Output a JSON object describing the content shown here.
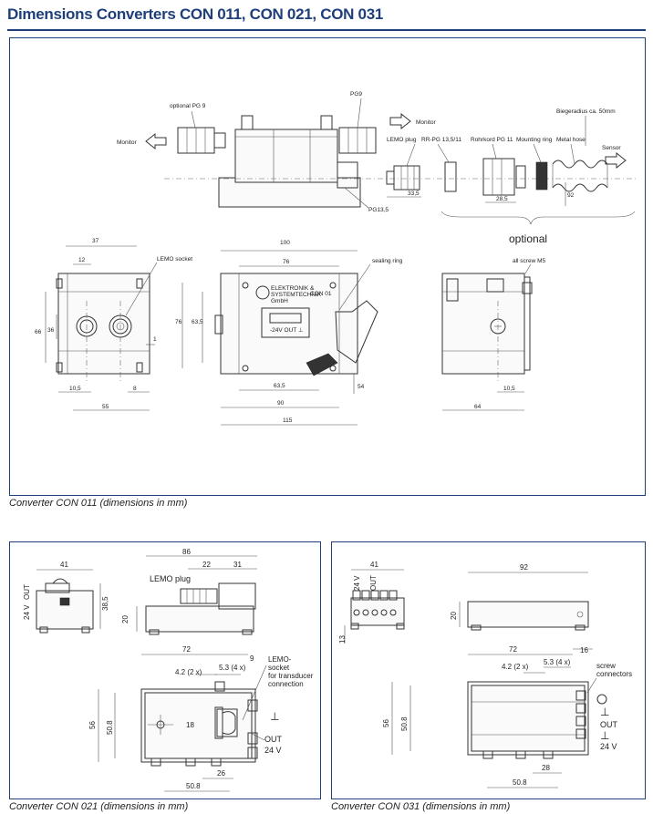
{
  "page_title": "Dimensions Converters CON 011, CON 021, CON 031",
  "colors": {
    "accent": "#1f3f7a",
    "line": "#333333"
  },
  "con011": {
    "caption": "Converter CON 011 (dimensions in mm)",
    "top": {
      "monitor_left": "Monitor",
      "optional_pg9": "optional PG 9",
      "pg9": "PG9",
      "monitor_right": "Monitor",
      "lemo_plug": "LEMO plug",
      "rr_pg": "RR-PG 13,5/11",
      "rohrkord": "Rohrkord PG 11",
      "mounting_ring": "Mounting ring",
      "metal_hose": "Metal hose",
      "biegeradius": "Biegeradius ca. 50mm",
      "sensor": "Sensor",
      "pg135": "PG13,5",
      "dim_335": "33,5",
      "dim_285": "28,5",
      "dim_92": "92",
      "optional": "optional"
    },
    "front": {
      "lemo_socket": "LEMO socket",
      "dim_37": "37",
      "dim_12": "12",
      "dim_66": "66",
      "dim_36": "36",
      "dim_1": "1",
      "dim_105": "10,5",
      "dim_8": "8",
      "dim_55": "55"
    },
    "plan": {
      "dim_100": "100",
      "dim_76": "76",
      "dim_76v": "76",
      "dim_635v": "63,5",
      "sealing_ring": "sealing ring",
      "brand_1": "ELEKTRONIK &",
      "brand_2": "SYSTEMTECHNIK",
      "brand_3": "GmbH",
      "model": "CON 01",
      "out_label": "-24V OUT ⊥",
      "dim_635": "63,5",
      "dim_90": "90",
      "dim_115": "115",
      "dim_54": "54"
    },
    "side": {
      "allen_screw": "all screw M5",
      "dim_105": "10,5",
      "dim_64": "64"
    }
  },
  "con021": {
    "caption": "Converter CON 021 (dimensions in mm)",
    "dim_41": "41",
    "dim_385": "38,5",
    "label_24v": "24 V",
    "label_out": "OUT",
    "dim_86": "86",
    "dim_22": "22",
    "dim_31": "31",
    "lemo_plug": "LEMO plug",
    "dim_20": "20",
    "dim_72": "72",
    "dim_9": "9",
    "dim_42": "4.2 (2 x)",
    "dim_53": "5.3 (4 x)",
    "lemo_note_1": "LEMO-",
    "lemo_note_2": "socket",
    "lemo_note_3": "for transducer",
    "lemo_note_4": "connection",
    "dim_56": "56",
    "dim_508v": "50.8",
    "dim_18": "18",
    "ground": "⊥",
    "out": "OUT",
    "v24": "24 V",
    "dim_26": "26",
    "dim_508": "50.8"
  },
  "con031": {
    "caption": "Converter CON 031 (dimensions in mm)",
    "dim_41": "41",
    "label_24v": "24 V",
    "label_out": "OUT",
    "dim_13": "13",
    "dim_20": "20",
    "dim_92": "92",
    "dim_72": "72",
    "dim_16": "16",
    "dim_42": "4.2 (2 x)",
    "dim_53": "5.3 (4 x)",
    "screw_1": "screw",
    "screw_2": "connectors",
    "dim_56": "56",
    "dim_508v": "50.8",
    "ground1": "⊥",
    "out": "OUT",
    "ground2": "⊥",
    "v24": "24 V",
    "dim_28": "28",
    "dim_508": "50.8"
  }
}
